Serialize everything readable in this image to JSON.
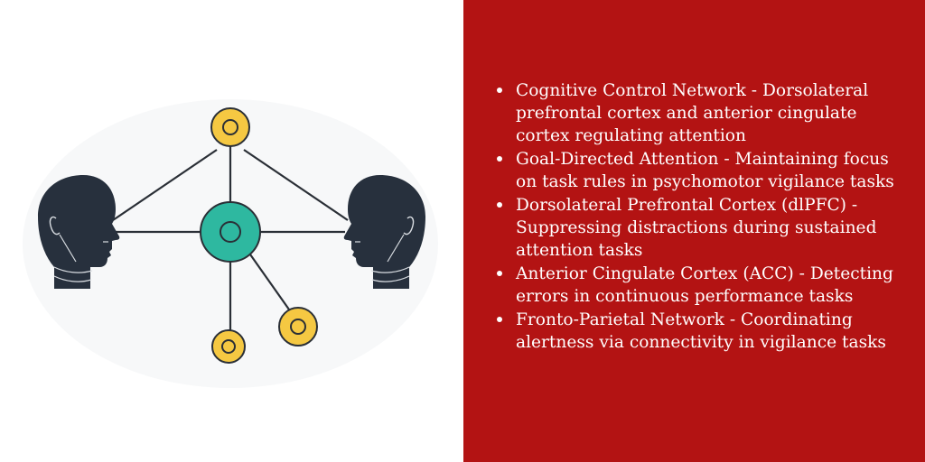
{
  "diagram": {
    "description_icons": [
      "head-silhouette-left-icon",
      "head-silhouette-right-icon",
      "central-node-icon",
      "top-node-icon",
      "bottom-node-icon",
      "lower-right-node-icon"
    ],
    "colors": {
      "head": "#27303d",
      "central_node": "#2eb8a0",
      "outer_node": "#f5c842",
      "line": "#2a2f36",
      "panel_background": "#b31313"
    }
  },
  "bullets": [
    {
      "text": "Cognitive Control Network - Dorsolateral prefrontal cortex and anterior cingulate cortex regulating attention"
    },
    {
      "text": "Goal-Directed Attention - Maintaining focus on task rules in psychomotor vigilance tasks"
    },
    {
      "text": "Dorsolateral Prefrontal Cortex (dlPFC) - Suppressing distractions during sustained attention tasks"
    },
    {
      "text": "Anterior Cingulate Cortex (ACC) - Detecting errors in continuous performance tasks"
    },
    {
      "text": "Fronto-Parietal Network - Coordinating alertness via connectivity in vigilance tasks"
    }
  ]
}
